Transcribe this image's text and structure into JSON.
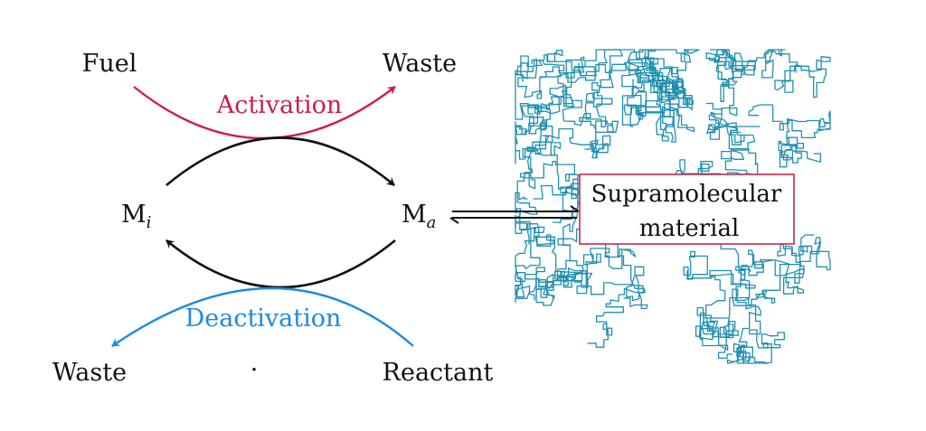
{
  "colors": {
    "activation": "#cc1f4a",
    "deactivation": "#1a8ae6",
    "cycle": "#111111",
    "network": "#1f8fb0",
    "box_border": "#c8284a"
  },
  "labels": {
    "fuel": "Fuel",
    "waste_top": "Waste",
    "activation": "Activation",
    "m_inactive_base": "M",
    "m_inactive_sub": "i",
    "m_active_base": "M",
    "m_active_sub": "a",
    "deactivation": "Deactivation",
    "waste_bottom": "Waste",
    "dot": "·",
    "reactant": "Reactant"
  },
  "material_box": {
    "line1": "Supramolecular",
    "line2": "material"
  }
}
